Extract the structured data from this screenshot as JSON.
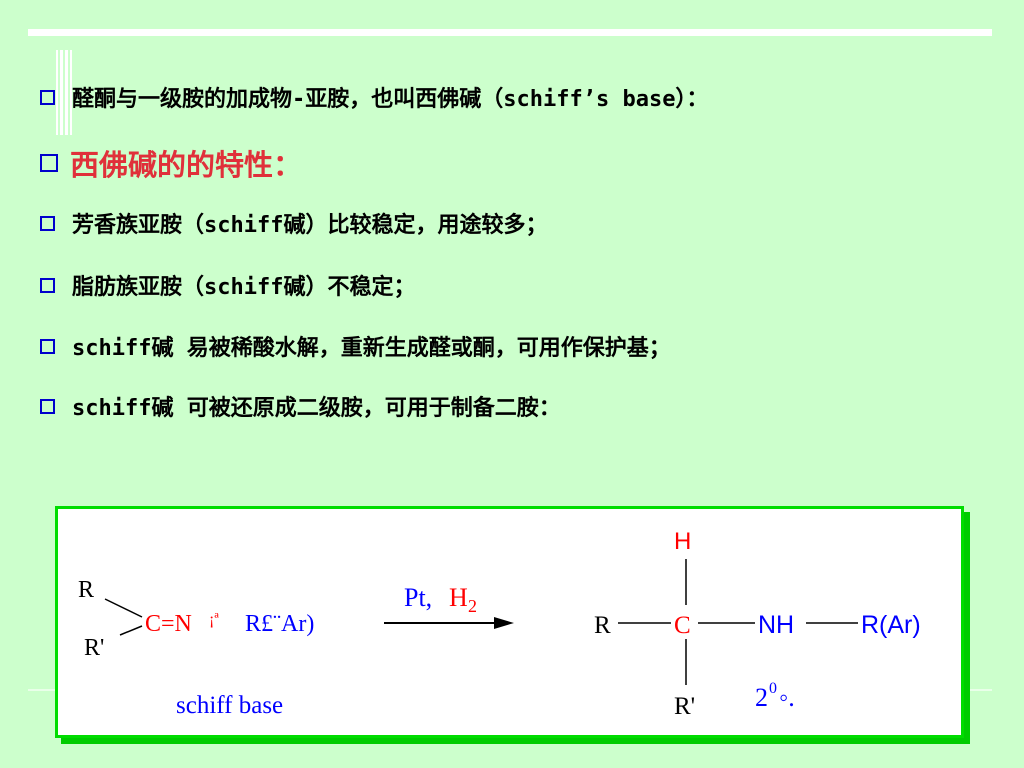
{
  "bullets": [
    {
      "text": "醛酮与一级胺的加成物-亚胺，也叫西佛碱（schiff’s base）：",
      "color": "#000000"
    },
    {
      "text": "西佛碱的的特性：",
      "color": "#e0303a"
    },
    {
      "text": "芳香族亚胺（schiff碱）比较稳定，用途较多；",
      "color": "#000000"
    },
    {
      "text": "脂肪族亚胺（schiff碱）不稳定；",
      "color": "#000000"
    },
    {
      "text": "schiff碱 易被稀酸水解，重新生成醛或酮，可用作保护基；",
      "color": "#000000"
    },
    {
      "text": "schiff碱 可被还原成二级胺，可用于制备二胺：",
      "color": "#000000"
    }
  ],
  "reaction": {
    "reactant": {
      "r_top": "R",
      "r_bottom": "R'",
      "imine": "C=N",
      "garbled": "¡ª",
      "substituent": "R£¨Ar)",
      "caption": "schiff base"
    },
    "reagent": {
      "pt": "Pt,",
      "h": "H",
      "h_sub": "2"
    },
    "product": {
      "h_top": "H",
      "r_left": "R",
      "c_center": "C",
      "nh": "NH",
      "r_ar": "R(Ar)",
      "r_bottom": "R'",
      "label_main": "2",
      "label_sup": "0",
      "label_tail": "◦."
    }
  },
  "colors": {
    "background": "#ccffcc",
    "bullet_box": "#0000cc",
    "frame_border": "#00dd00",
    "reaction_red": "#ff0000",
    "reaction_blue": "#0000ff"
  }
}
